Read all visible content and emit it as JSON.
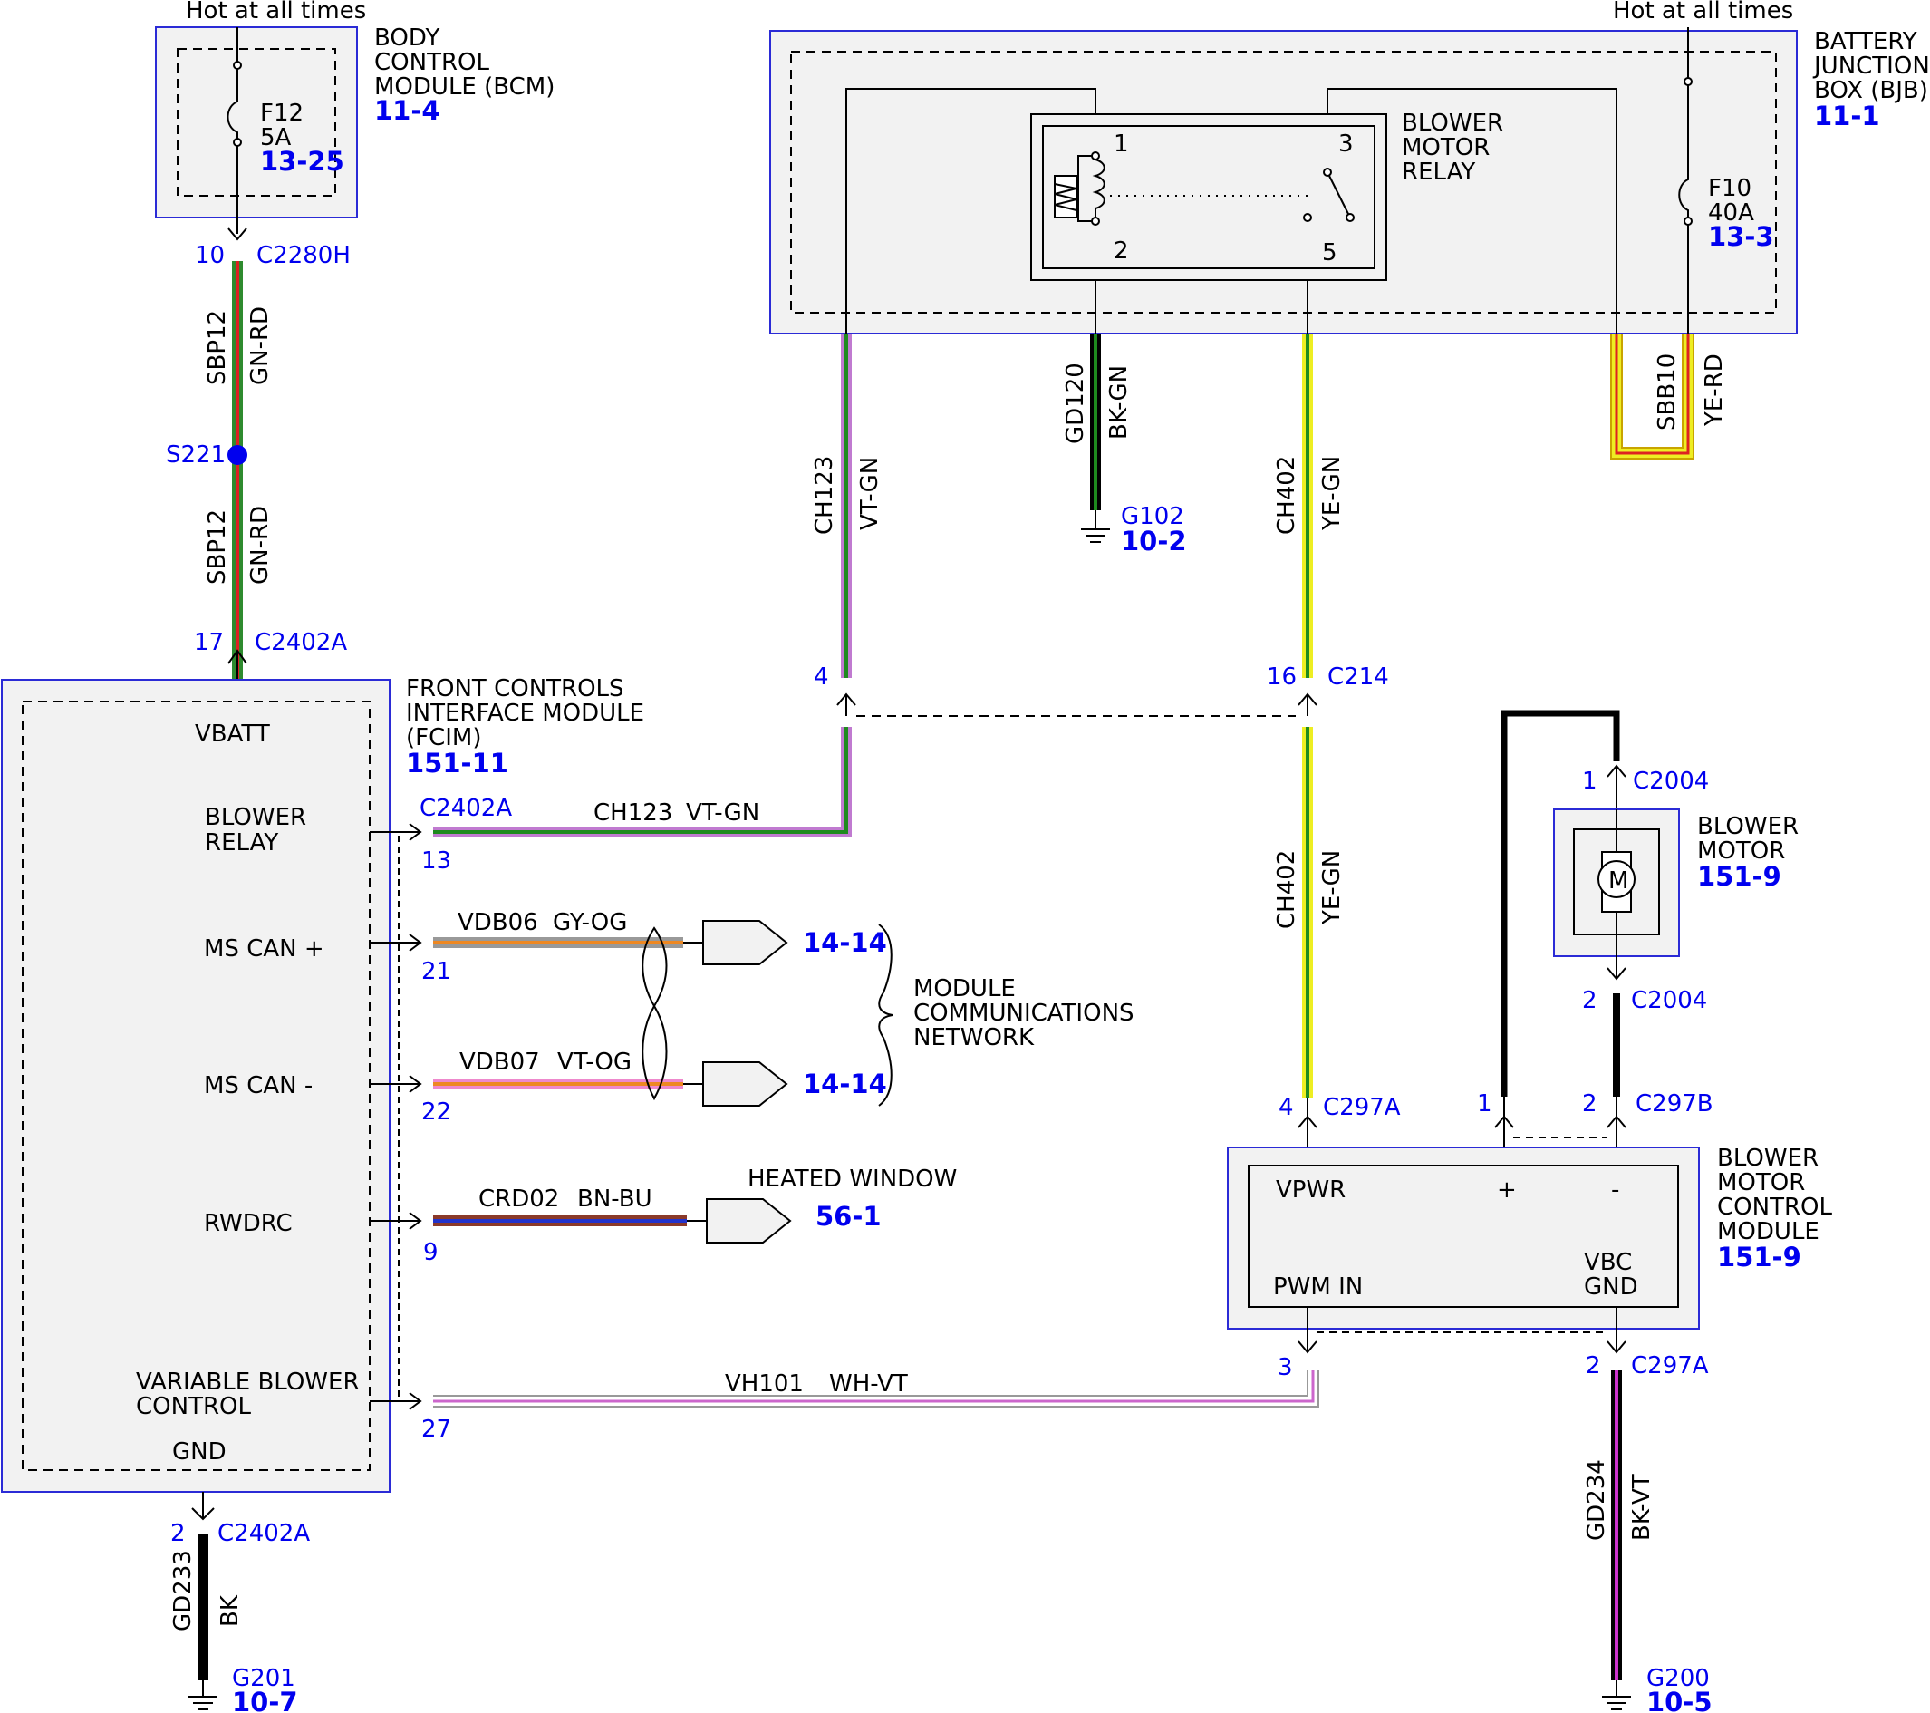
{
  "colors": {
    "module_border": "#2b2bd6",
    "module_fill": "#f2f2f2",
    "blue_text": "#0000ee",
    "wire_gn_rd": [
      "#2e8b2e",
      "#d22"
    ],
    "wire_vt_gn": [
      "#c07ad0",
      "#1e8a1e"
    ],
    "wire_bk_gn": [
      "#000000",
      "#1e8a1e"
    ],
    "wire_ye_gn": [
      "#eeee22",
      "#1e8a1e"
    ],
    "wire_ye_rd": [
      "#eeee22",
      "#dd2222"
    ],
    "wire_gy_og": [
      "#999999",
      "#ee8822"
    ],
    "wire_vt_og": [
      "#ee88cc",
      "#ee8822"
    ],
    "wire_bn_bu": [
      "#8b3a2a",
      "#2233cc"
    ],
    "wire_wh_vt": [
      "#ffffff",
      "#cc66cc"
    ],
    "wire_bk": "#000000",
    "wire_bk_vt": [
      "#000000",
      "#cc33cc"
    ]
  },
  "hot_labels": {
    "left": "Hot at all times",
    "right": "Hot at all times"
  },
  "bcm": {
    "name": [
      "BODY",
      "CONTROL",
      "MODULE (BCM)"
    ],
    "ref": "11-4",
    "fuse": {
      "name": "F12",
      "rating": "5A",
      "ref": "13-25"
    },
    "connector": {
      "pin": "10",
      "name": "C2280H"
    }
  },
  "bjb": {
    "name": [
      "BATTERY",
      "JUNCTION",
      "BOX (BJB)"
    ],
    "ref": "11-1",
    "fuse": {
      "name": "F10",
      "rating": "40A",
      "ref": "13-3"
    },
    "relay": {
      "name": [
        "BLOWER",
        "MOTOR",
        "RELAY"
      ],
      "pins": [
        "1",
        "2",
        "3",
        "5"
      ]
    }
  },
  "fcim": {
    "name": [
      "FRONT CONTROLS",
      "INTERFACE MODULE",
      "(FCIM)"
    ],
    "ref": "151-11",
    "pins": [
      "VBATT",
      "BLOWER",
      "RELAY",
      "MS CAN +",
      "MS CAN -",
      "RWDRC",
      "VARIABLE BLOWER",
      "CONTROL",
      "GND"
    ],
    "conn_top": {
      "pin": "17",
      "name": "C2402A"
    },
    "conn_bottom": {
      "pin": "2",
      "name": "C2402A"
    },
    "side_conn": "C2402A",
    "side_pins": [
      "13",
      "21",
      "22",
      "9",
      "27"
    ]
  },
  "splice": {
    "name": "S221"
  },
  "wires": {
    "sbp12_a": {
      "circuit": "SBP12",
      "color": "GN-RD"
    },
    "sbp12_b": {
      "circuit": "SBP12",
      "color": "GN-RD"
    },
    "ch123_v": {
      "circuit": "CH123",
      "color": "VT-GN"
    },
    "ch123_h": {
      "circuit": "CH123",
      "color": "VT-GN"
    },
    "gd120": {
      "circuit": "GD120",
      "color": "BK-GN"
    },
    "ch402_a": {
      "circuit": "CH402",
      "color": "YE-GN"
    },
    "ch402_b": {
      "circuit": "CH402",
      "color": "YE-GN"
    },
    "sbb10": {
      "circuit": "SBB10",
      "color": "YE-RD"
    },
    "vdb06": {
      "circuit": "VDB06",
      "color": "GY-OG"
    },
    "vdb07": {
      "circuit": "VDB07",
      "color": "VT-OG"
    },
    "crd02": {
      "circuit": "CRD02",
      "color": "BN-BU"
    },
    "vh101": {
      "circuit": "VH101",
      "color": "WH-VT"
    },
    "gd233": {
      "circuit": "GD233",
      "color": "BK"
    },
    "gd234": {
      "circuit": "GD234",
      "color": "BK-VT"
    }
  },
  "grounds": {
    "g102": {
      "name": "G102",
      "ref": "10-2"
    },
    "g201": {
      "name": "G201",
      "ref": "10-7"
    },
    "g200": {
      "name": "G200",
      "ref": "10-5"
    }
  },
  "connectors": {
    "ch123_end": {
      "pin": "4"
    },
    "c214": {
      "pin": "16",
      "name": "C214"
    },
    "c2004_1": {
      "pin": "1",
      "name": "C2004"
    },
    "c2004_2": {
      "pin": "2",
      "name": "C2004"
    },
    "c297a_top": {
      "pin": "4",
      "name": "C297A"
    },
    "c297b_1": {
      "pin": "1"
    },
    "c297b_2": {
      "pin": "2",
      "name": "C297B"
    },
    "c297a_3": {
      "pin": "3"
    },
    "c297a_2": {
      "pin": "2",
      "name": "C297A"
    }
  },
  "blower_motor": {
    "name": [
      "BLOWER",
      "MOTOR"
    ],
    "ref": "151-9",
    "symbol": "M"
  },
  "bmcm": {
    "name": [
      "BLOWER",
      "MOTOR",
      "CONTROL",
      "MODULE"
    ],
    "ref": "151-9",
    "pins": {
      "vpwr": "VPWR",
      "plus": "+",
      "minus": "-",
      "pwm": "PWM IN",
      "vbc": "VBC",
      "gnd": "GND"
    }
  },
  "network": {
    "ref1": "14-14",
    "ref2": "14-14",
    "label": [
      "MODULE",
      "COMMUNICATIONS",
      "NETWORK"
    ]
  },
  "heated_window": {
    "label": "HEATED WINDOW",
    "ref": "56-1"
  }
}
